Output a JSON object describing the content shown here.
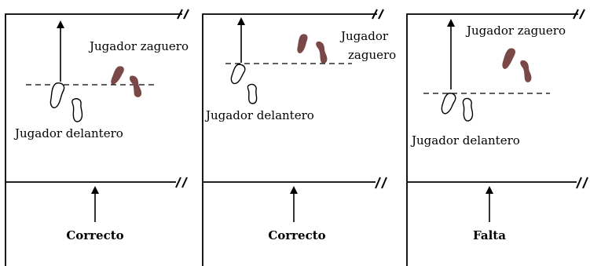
{
  "panels": [
    {
      "front_player_label": "Jugador delantero",
      "back_player_label": "Jugador zaguero",
      "verdict": "Correcto"
    },
    {
      "front_player_label": "Jugador delantero",
      "back_player_label_line1": "Jugador",
      "back_player_label_line2": "zaguero",
      "verdict": "Correcto"
    },
    {
      "front_player_label": "Jugador delantero",
      "back_player_label": "Jugador zaguero",
      "verdict": "Falta"
    }
  ],
  "colors": {
    "back_foot_fill": "#7b4848",
    "front_foot_fill": "#ffffff",
    "line": "#000000"
  }
}
